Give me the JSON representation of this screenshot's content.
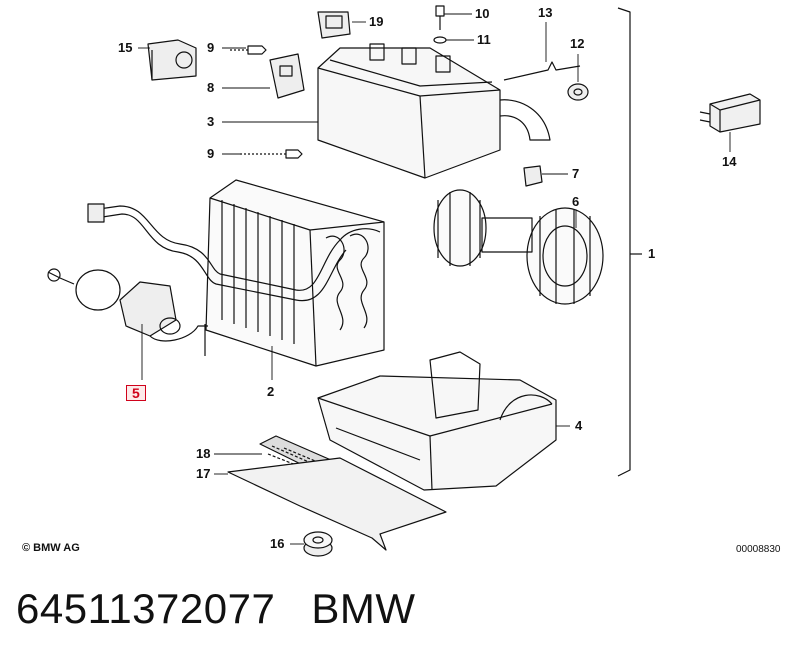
{
  "copyright": "© BMW AG",
  "document_number": "00008830",
  "part_number": "64511372077",
  "brand": "BMW",
  "highlight_color": "#d0021b",
  "callouts": {
    "c1": "1",
    "c2": "2",
    "c3": "3",
    "c4": "4",
    "c5": "5",
    "c6": "6",
    "c7": "7",
    "c8": "8",
    "c9a": "9",
    "c9b": "9",
    "c10": "10",
    "c11": "11",
    "c12": "12",
    "c13": "13",
    "c14": "14",
    "c15": "15",
    "c16": "16",
    "c17": "17",
    "c18": "18",
    "c19": "19"
  },
  "highlighted_callout": "5"
}
